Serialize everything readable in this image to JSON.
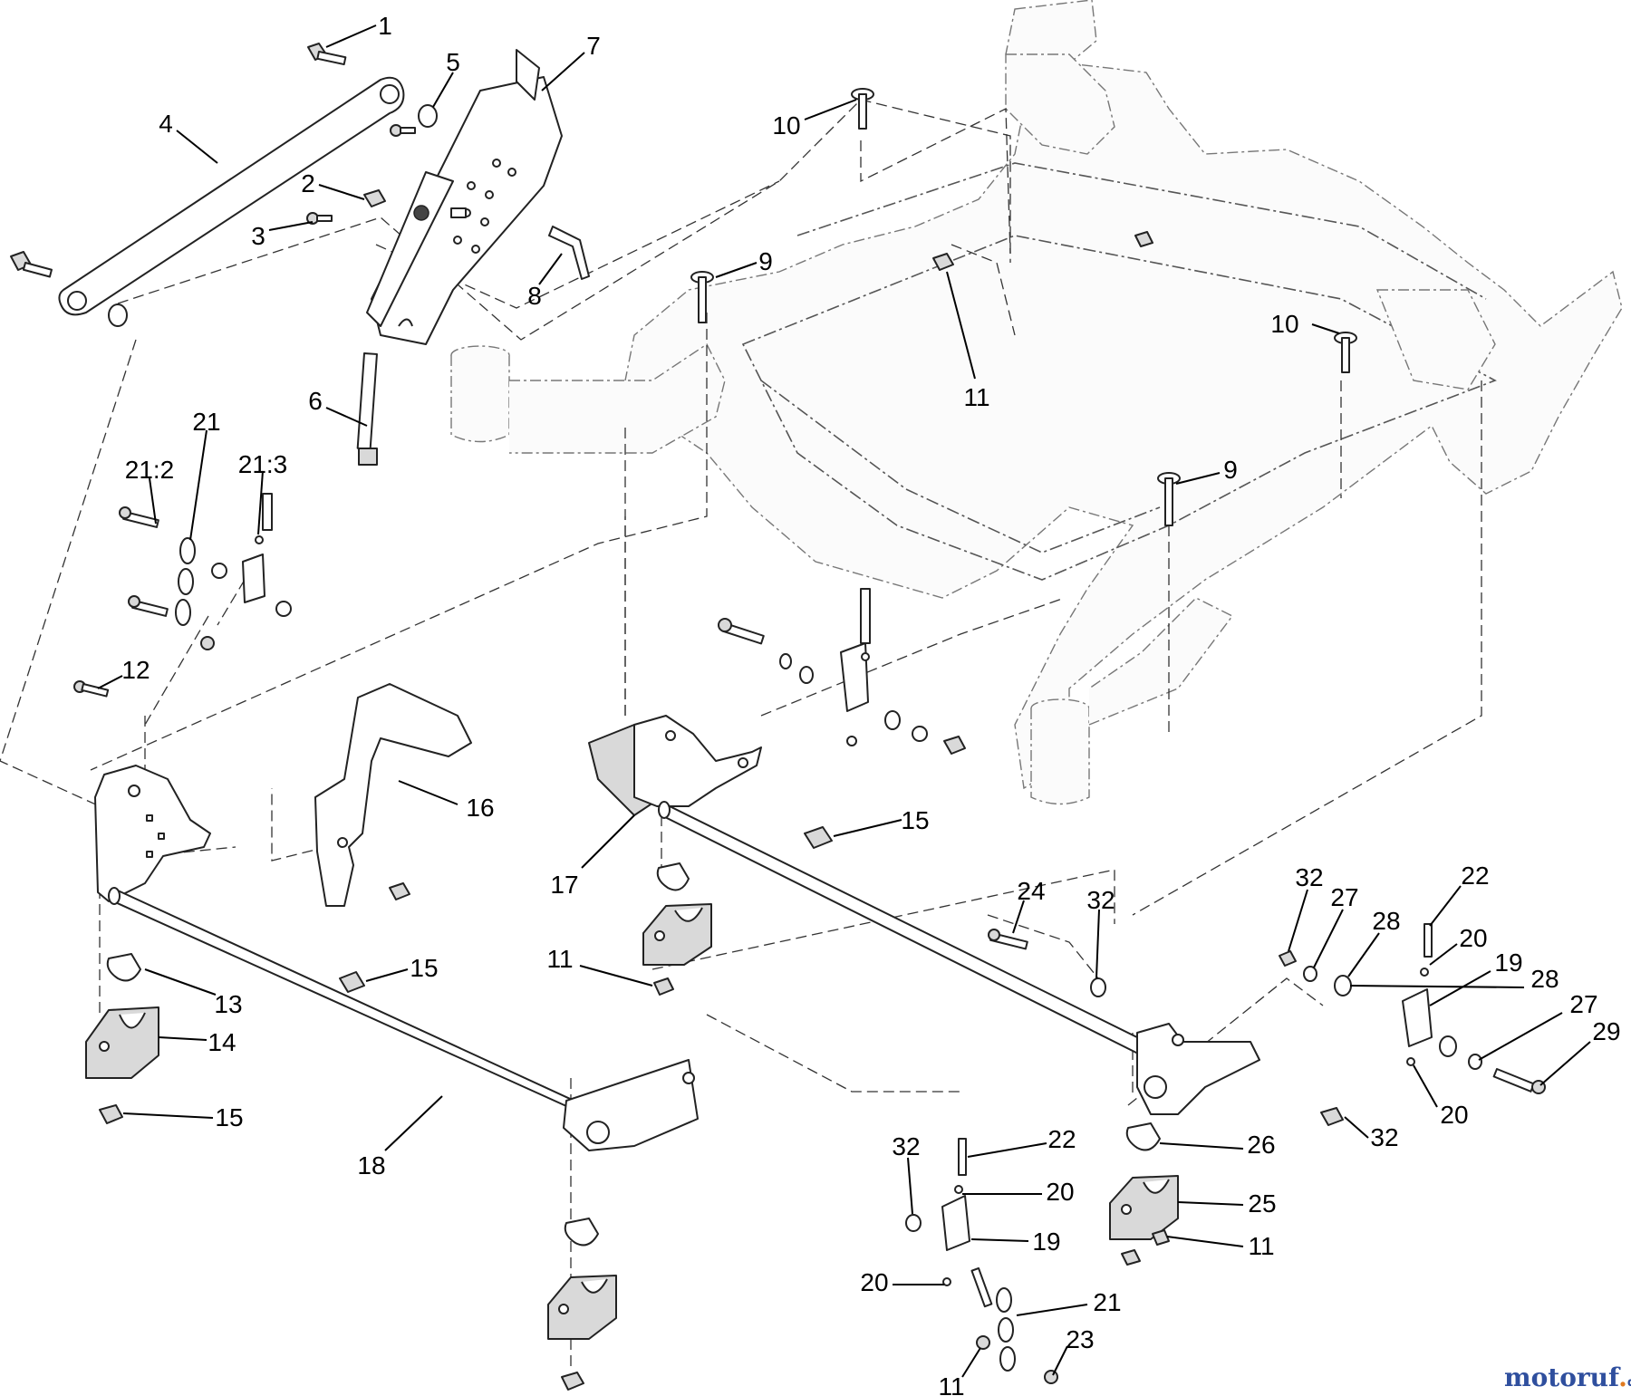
{
  "callouts": [
    {
      "label": "1"
    },
    {
      "label": "5"
    },
    {
      "label": "7"
    },
    {
      "label": "4"
    },
    {
      "label": "2"
    },
    {
      "label": "3"
    },
    {
      "label": "8"
    },
    {
      "label": "10"
    },
    {
      "label": "9"
    },
    {
      "label": "11"
    },
    {
      "label": "10"
    },
    {
      "label": "6"
    },
    {
      "label": "21"
    },
    {
      "label": "21:2"
    },
    {
      "label": "21:3"
    },
    {
      "label": "9"
    },
    {
      "label": "12"
    },
    {
      "label": "16"
    },
    {
      "label": "15"
    },
    {
      "label": "17"
    },
    {
      "label": "15"
    },
    {
      "label": "11"
    },
    {
      "label": "13"
    },
    {
      "label": "14"
    },
    {
      "label": "15"
    },
    {
      "label": "18"
    },
    {
      "label": "24"
    },
    {
      "label": "32"
    },
    {
      "label": "32"
    },
    {
      "label": "27"
    },
    {
      "label": "28"
    },
    {
      "label": "22"
    },
    {
      "label": "20"
    },
    {
      "label": "19"
    },
    {
      "label": "28"
    },
    {
      "label": "27"
    },
    {
      "label": "29"
    },
    {
      "label": "20"
    },
    {
      "label": "32"
    },
    {
      "label": "32"
    },
    {
      "label": "22"
    },
    {
      "label": "26"
    },
    {
      "label": "20"
    },
    {
      "label": "19"
    },
    {
      "label": "25"
    },
    {
      "label": "11"
    },
    {
      "label": "20"
    },
    {
      "label": "21"
    },
    {
      "label": "11"
    },
    {
      "label": "23"
    }
  ],
  "watermark": {
    "brand_main": "motoruf",
    "brand_dot": ".",
    "brand_suffix": "de"
  },
  "colors": {
    "line": "#222222",
    "watermark_blue": "#2f4f9e",
    "watermark_orange": "#e07a1f"
  }
}
